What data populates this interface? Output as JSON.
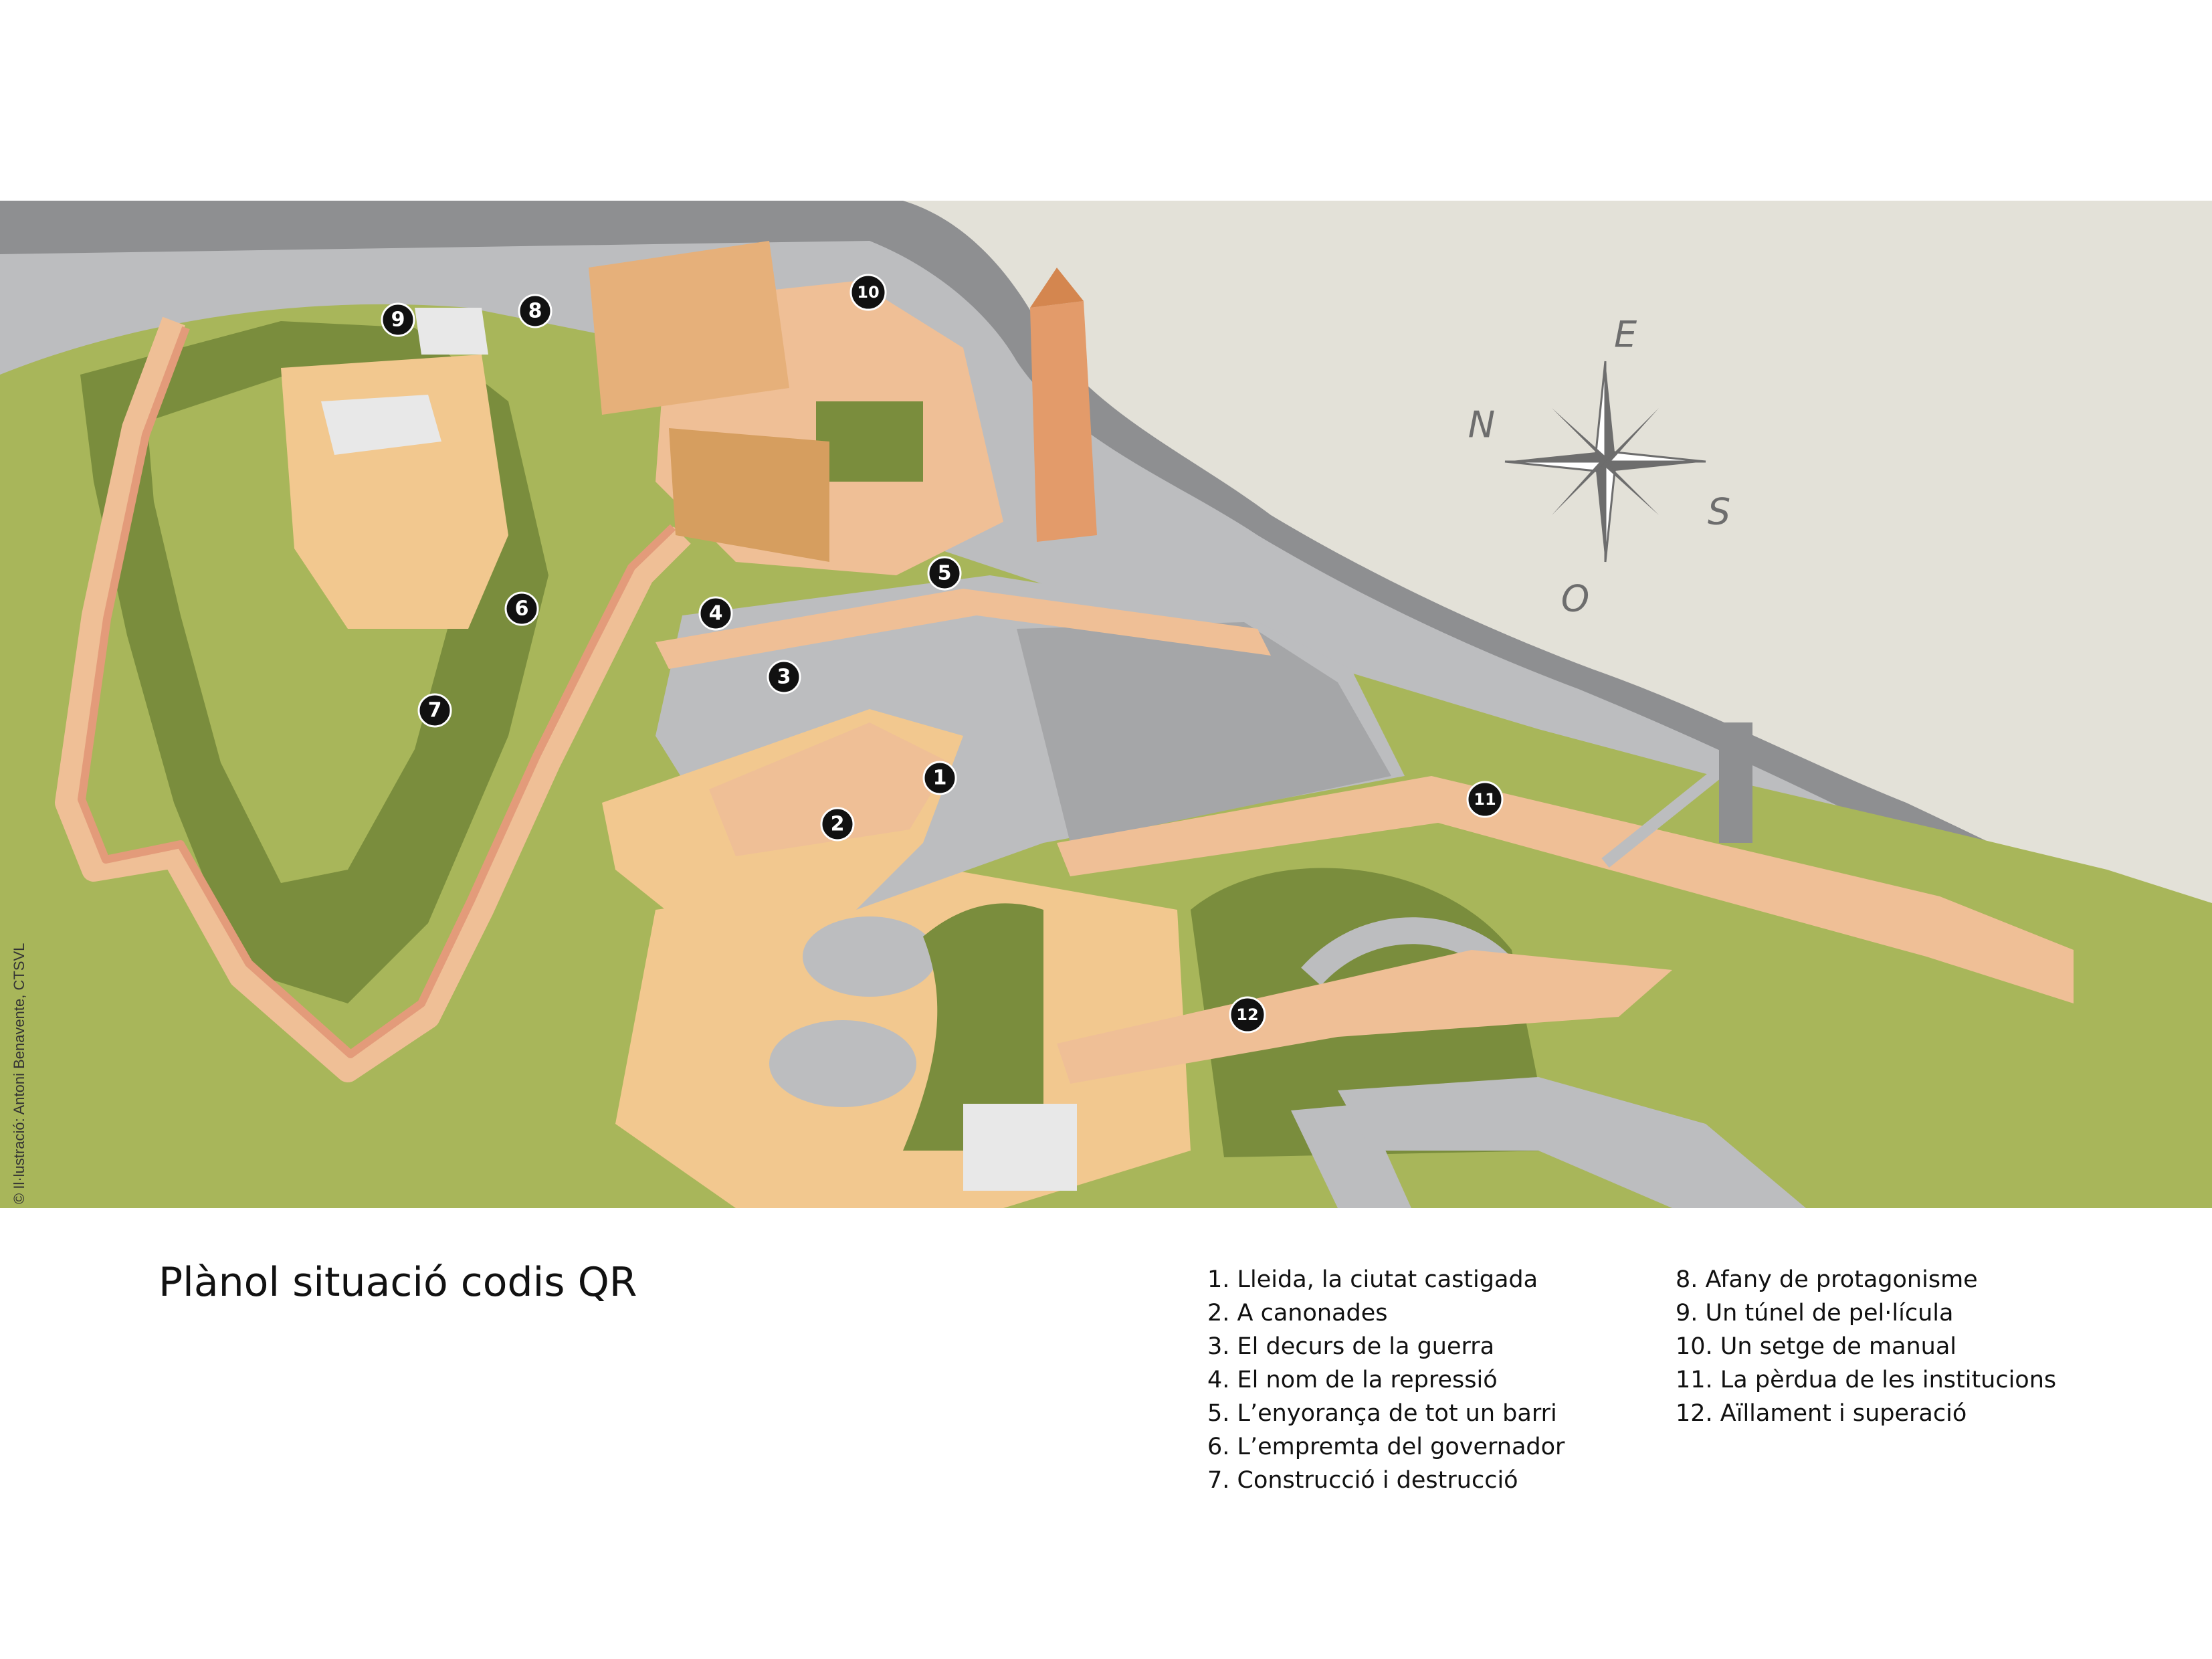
{
  "title": "Plànol situació codis QR",
  "credit": "© Il·lustració: Antoni Benavente, CTSVL",
  "compass": {
    "north": "N",
    "east": "E",
    "south": "S",
    "west": "O"
  },
  "markers": [
    {
      "id": "1"
    },
    {
      "id": "2"
    },
    {
      "id": "3"
    },
    {
      "id": "4"
    },
    {
      "id": "5"
    },
    {
      "id": "6"
    },
    {
      "id": "7"
    },
    {
      "id": "8"
    },
    {
      "id": "9"
    },
    {
      "id": "10"
    },
    {
      "id": "11"
    },
    {
      "id": "12"
    }
  ],
  "legend": [
    "1. Lleida, la ciutat castigada",
    "2. A canonades",
    "3. El decurs de la guerra",
    "4. El nom de la repressió",
    "5. L’enyorança de tot un barri",
    "6. L’empremta del governador",
    "7. Construcció i destrucció",
    "8. Afany de protagonisme",
    "9. Un túnel de pel·lícula",
    "10. Un setge de manual",
    "11. La pèrdua de les institucions",
    "12. Aïllament i superació"
  ],
  "colors": {
    "sky": "#e3e1d8",
    "road": "#8e8f91",
    "plaza": "#bcbdbf",
    "grass": "#a8b65a",
    "grass_dark": "#7a8d3d",
    "wall": "#efbf96",
    "wall_dark": "#e39b7a",
    "sand": "#f2c88f",
    "cathedral": "#e6b07a",
    "marker": "#111111"
  }
}
